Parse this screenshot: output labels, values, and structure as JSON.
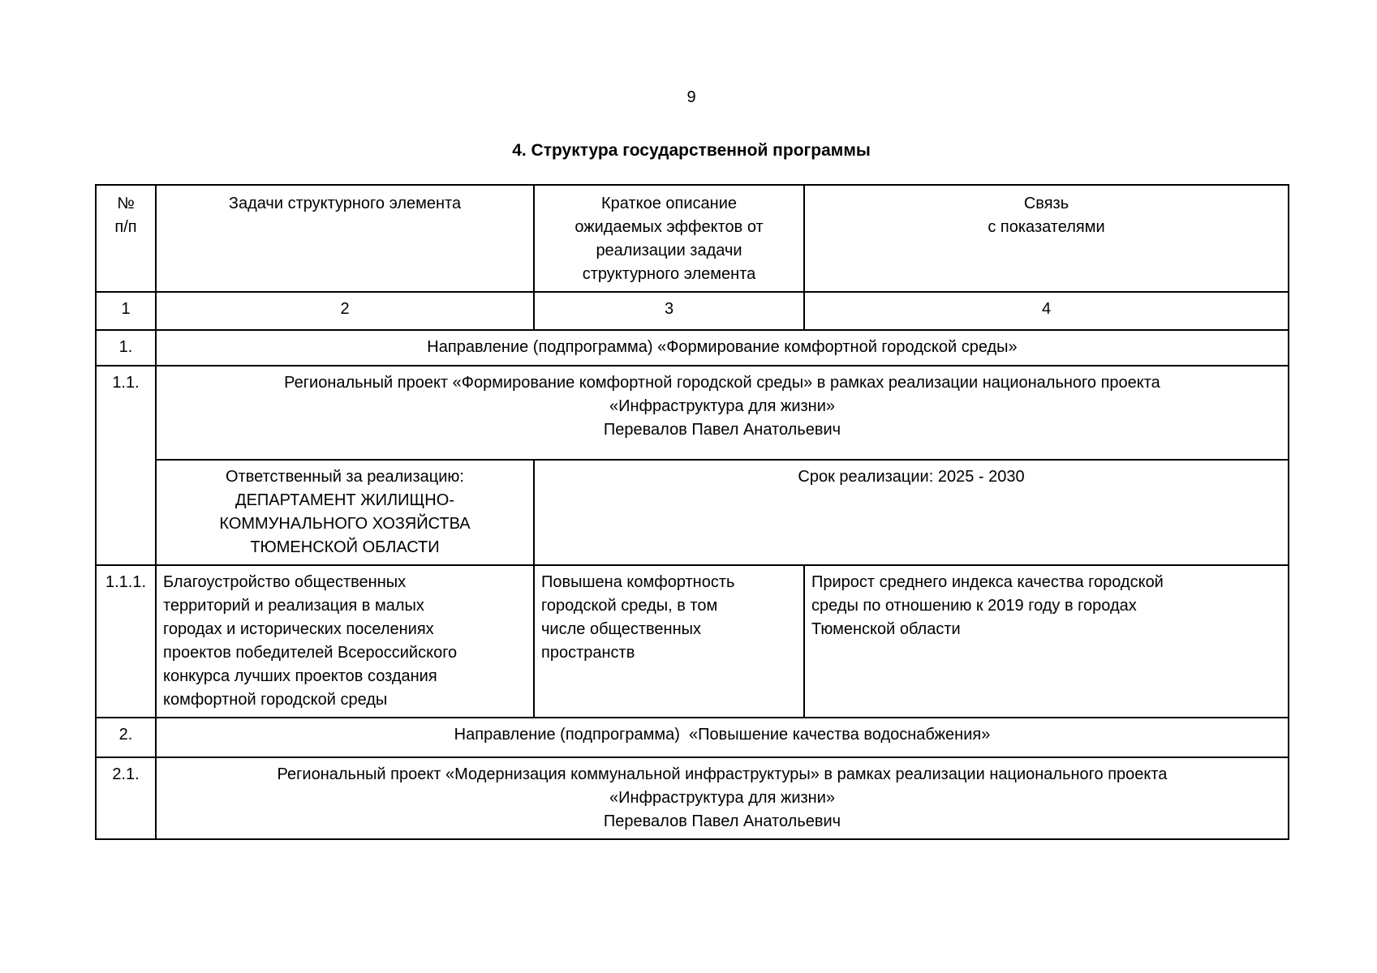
{
  "page": {
    "number": "9",
    "title": "4. Структура государственной программы"
  },
  "colors": {
    "text": "#000000",
    "border": "#000000",
    "background": "#ffffff"
  },
  "table": {
    "header": {
      "col1": "№\nп/п",
      "col2": "Задачи структурного элемента",
      "col3": "Краткое описание\nожидаемых эффектов от\nреализации задачи\nструктурного элемента",
      "col4": "Связь\nс показателями"
    },
    "column_numbers": {
      "col1": "1",
      "col2": "2",
      "col3": "3",
      "col4": "4"
    },
    "rows": {
      "direction1": {
        "num": "1.",
        "text": "Направление (подпрограмма) «Формирование комфортной городской среды»"
      },
      "project1_1": {
        "num": "1.1.",
        "text": "Региональный проект «Формирование комфортной городской среды» в рамках реализации национального проекта\n«Инфраструктура для жизни»\nПеревалов Павел Анатольевич",
        "responsible": "Ответственный за реализацию:\nДЕПАРТАМЕНТ ЖИЛИЩНО-\nКОММУНАЛЬНОГО ХОЗЯЙСТВА\nТЮМЕНСКОЙ ОБЛАСТИ",
        "period": "Срок реализации: 2025 - 2030"
      },
      "task1_1_1": {
        "num": "1.1.1.",
        "task": "Благоустройство общественных\nтерриторий и реализация в малых\nгородах и исторических поселениях\nпроектов победителей Всероссийского\nконкурса лучших проектов создания\nкомфортной городской среды",
        "effect": "Повышена комфортность\nгородской среды, в том\nчисле общественных\nпространств",
        "indicator": "Прирост среднего индекса качества городской\nсреды по отношению к 2019 году в городах\nТюменской области"
      },
      "direction2": {
        "num": "2.",
        "text": "Направление (подпрограмма)  «Повышение качества водоснабжения»"
      },
      "project2_1": {
        "num": "2.1.",
        "text": "Региональный проект «Модернизация коммунальной инфраструктуры» в рамках реализации национального проекта\n«Инфраструктура для жизни»\nПеревалов Павел Анатольевич"
      }
    }
  }
}
